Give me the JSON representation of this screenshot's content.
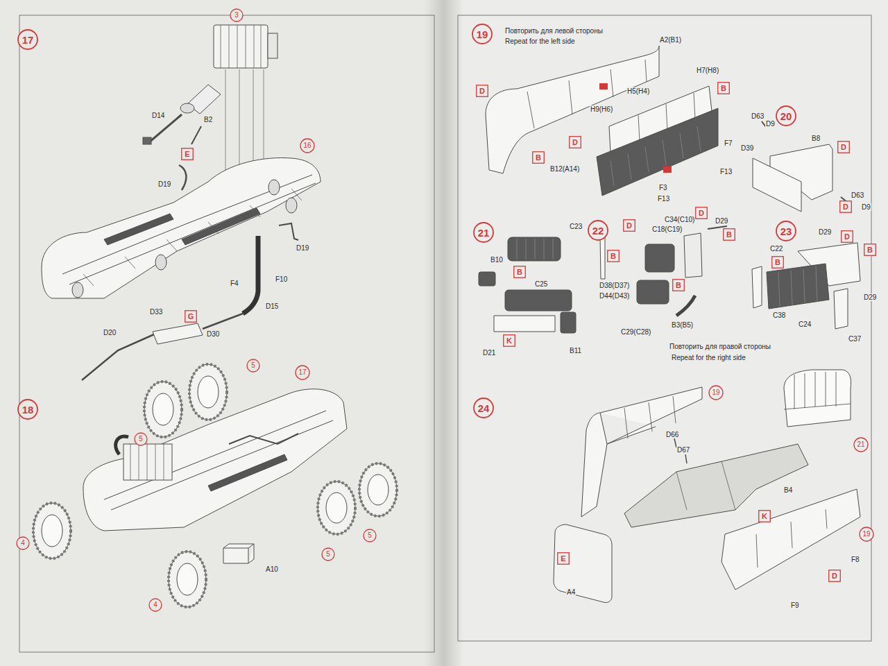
{
  "diagram": {
    "nodes": [
      {
        "text": [
          "17"
        ]
      },
      {
        "text": [
          "3"
        ]
      },
      {
        "text": [
          "E"
        ]
      },
      {
        "text": [
          "16"
        ]
      },
      {
        "text": [
          "G"
        ]
      },
      {
        "text": [
          "18"
        ]
      },
      {
        "text": [
          "17"
        ]
      },
      {
        "text": [
          "5"
        ]
      },
      {
        "text": [
          "5"
        ]
      },
      {
        "text": [
          "5"
        ]
      },
      {
        "text": [
          "5"
        ]
      },
      {
        "text": [
          "4"
        ]
      },
      {
        "text": [
          "4"
        ]
      },
      {
        "text": [
          "19"
        ]
      },
      {
        "text": [
          "D"
        ]
      },
      {
        "text": [
          "B"
        ]
      },
      {
        "text": [
          "D"
        ]
      },
      {
        "text": [
          "B"
        ]
      },
      {
        "text": [
          "20"
        ]
      },
      {
        "text": [
          "D"
        ]
      },
      {
        "text": [
          "D"
        ]
      },
      {
        "text": [
          "21"
        ]
      },
      {
        "text": [
          "22"
        ]
      },
      {
        "text": [
          "D"
        ]
      },
      {
        "text": [
          "D"
        ]
      },
      {
        "text": [
          "23"
        ]
      },
      {
        "text": [
          "D"
        ]
      },
      {
        "text": [
          "B"
        ]
      },
      {
        "text": [
          "B"
        ]
      },
      {
        "text": [
          "B"
        ]
      },
      {
        "text": [
          "B"
        ]
      },
      {
        "text": [
          "B"
        ]
      },
      {
        "text": [
          "B"
        ]
      },
      {
        "text": [
          "K"
        ]
      },
      {
        "text": [
          "24"
        ]
      },
      {
        "text": [
          "19"
        ]
      },
      {
        "text": [
          "21"
        ]
      },
      {
        "text": [
          "K"
        ]
      },
      {
        "text": [
          "19"
        ]
      },
      {
        "text": [
          "E"
        ]
      },
      {
        "text": [
          "D"
        ]
      }
    ],
    "labels": [
      "D14",
      "B2",
      "D19",
      "D19",
      "F4",
      "F10",
      "D15",
      "D33",
      "D30",
      "D20",
      "A10",
      "Повторить для левой стороны",
      "Repeat for the left side",
      "A2(B1)",
      "H7(H8)",
      "H5(H4)",
      "H9(H6)",
      "F7",
      "F13",
      "B12(A14)",
      "F3",
      "F13",
      "D63",
      "D9",
      "B8",
      "D39",
      "D63",
      "D9",
      "C23",
      "B10",
      "C25",
      "D21",
      "B11",
      "C34(C10)",
      "D29",
      "C18(C19)",
      "D38(D37)",
      "D44(D43)",
      "C29(C28)",
      "B3(B5)",
      "Повторить для правой стороны",
      "Repeat for the right side",
      "C22",
      "D29",
      "C38",
      "C24",
      "D29",
      "C37",
      "D66",
      "D67",
      "B4",
      "A4",
      "F8",
      "F9"
    ]
  }
}
